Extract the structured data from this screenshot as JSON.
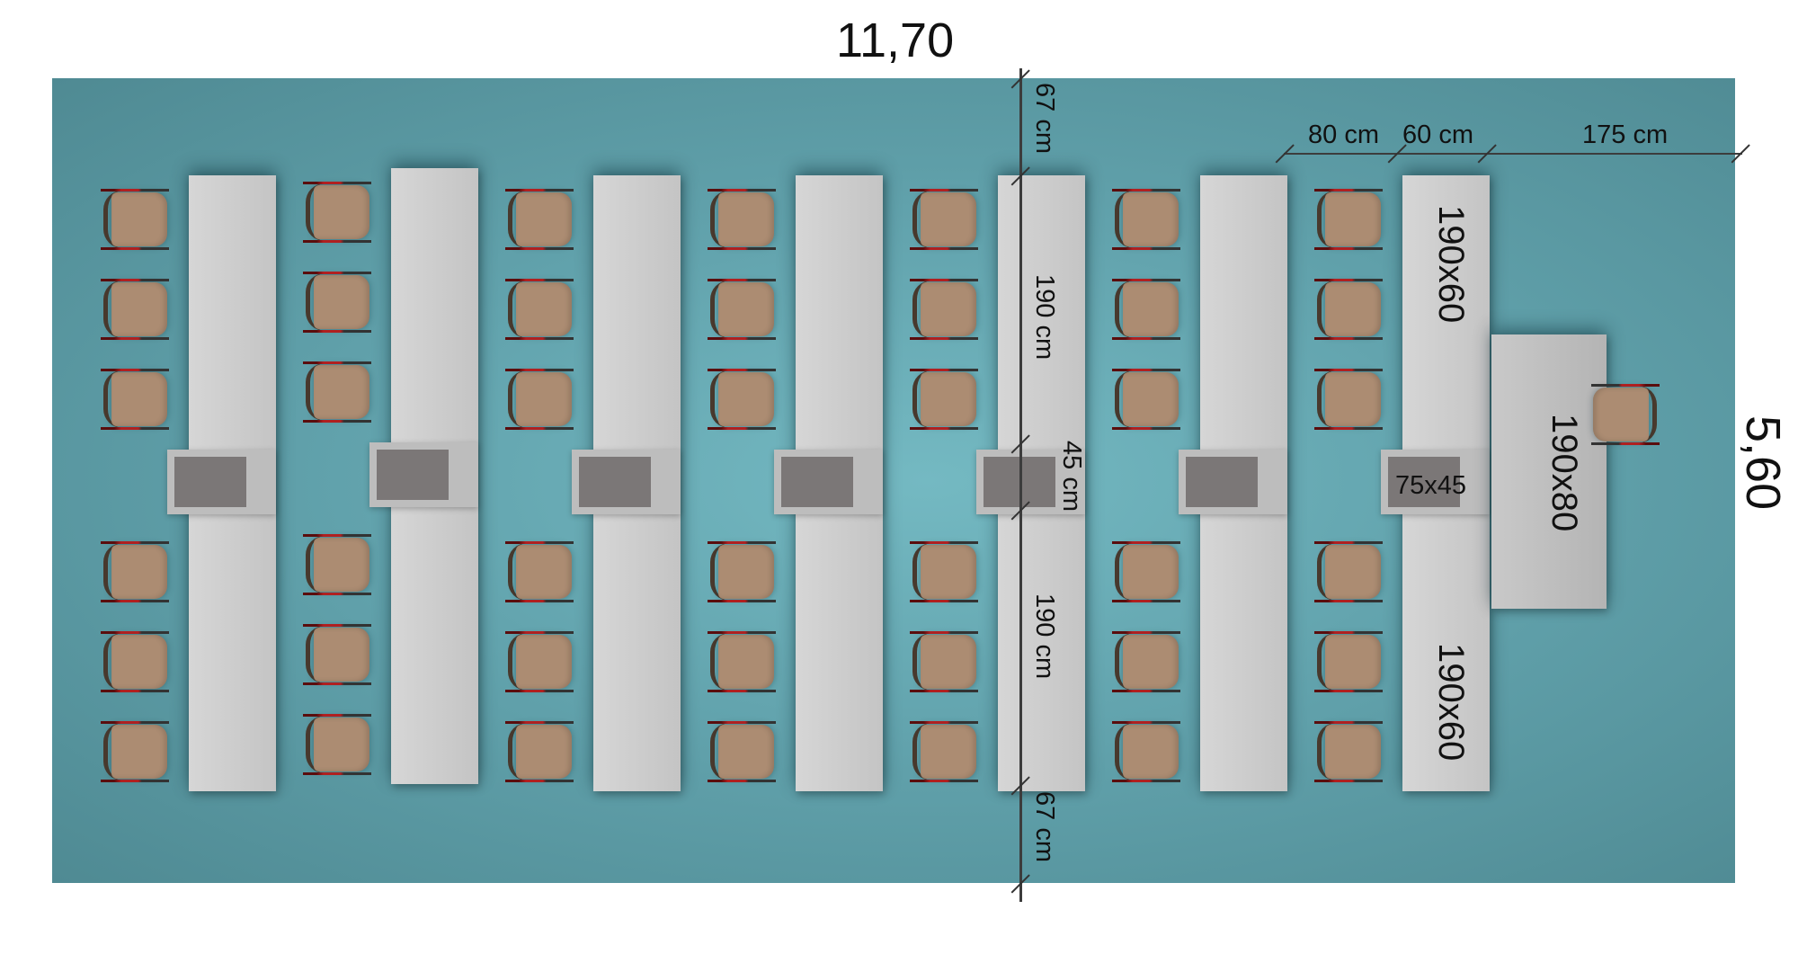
{
  "room": {
    "width_label": "11,70",
    "depth_label": "5,60",
    "floor_color": "#62a3ad"
  },
  "dimensions": {
    "top_gap": "67 cm",
    "table_length_top": "190 cm",
    "podium_gap": "45 cm",
    "table_length_bottom": "190 cm",
    "bottom_gap": "67 cm",
    "aisle_width": "80 cm",
    "table_width": "60 cm",
    "front_space": "175 cm"
  },
  "tables": {
    "student_table_top": "190x60",
    "student_table_bottom": "190x60",
    "podium": "75x45",
    "teacher_table": "190x80"
  },
  "layout": {
    "table_rows": 7,
    "chairs_per_row": 6,
    "teacher_chairs": 1
  }
}
